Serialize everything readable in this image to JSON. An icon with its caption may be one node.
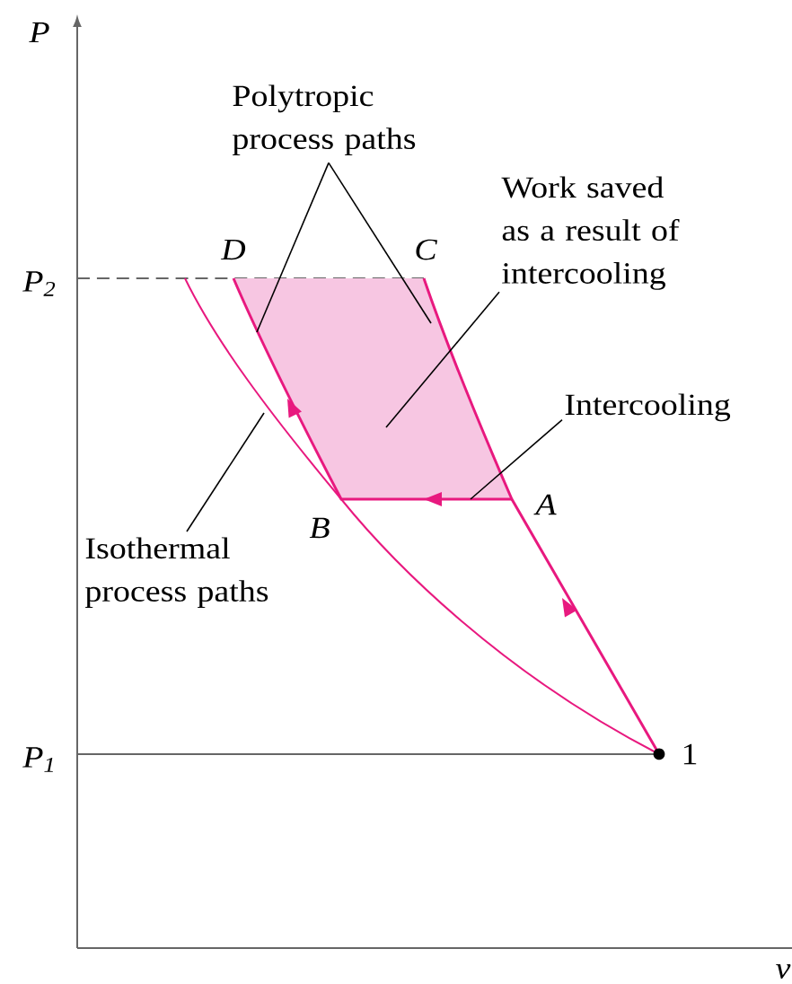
{
  "diagram": {
    "nodes": [
      {
        "text": [
          "Polytropic process paths"
        ]
      },
      {
        "text": [
          "Work saved as a result of intercooling"
        ]
      },
      {
        "text": [
          "Intercooling"
        ]
      },
      {
        "text": [
          "Isothermal process paths"
        ]
      }
    ],
    "edges": [
      {
        "from": 0,
        "to": null,
        "arrow": "none"
      },
      {
        "from": 0,
        "to": null,
        "arrow": "none"
      },
      {
        "from": 1,
        "to": null,
        "arrow": "none"
      },
      {
        "from": 2,
        "to": null,
        "arrow": "none"
      },
      {
        "from": 3,
        "to": null,
        "arrow": "none"
      }
    ],
    "labels": [
      "P",
      "P$_{2}$",
      "D",
      "C",
      "A",
      "B",
      "P$_{1}$",
      "1",
      "v"
    ]
  }
}
